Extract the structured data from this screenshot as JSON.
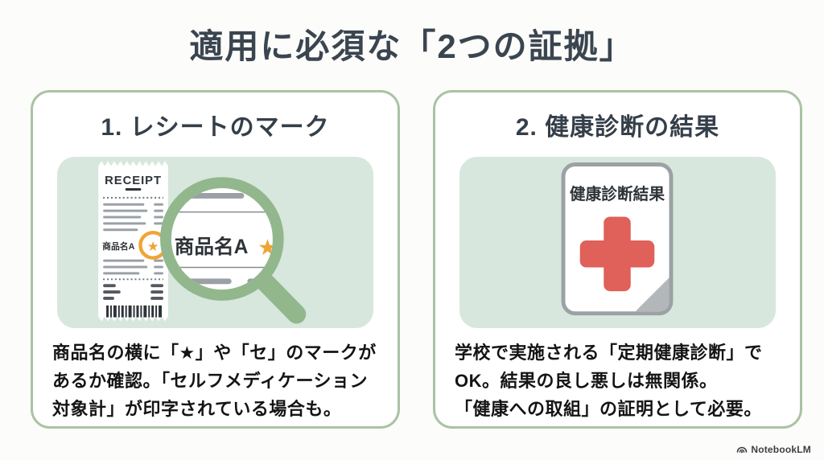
{
  "title": "適用に必須な「2つの証拠」",
  "cards": [
    {
      "heading": "1. レシートのマーク",
      "body_lines": [
        "商品名の横に「★」や「セ」のマークが",
        "あるか確認。「セルフメディケーション",
        "対象計」が印字されている場合も。"
      ],
      "illustration": {
        "receipt_header": "RECEIPT",
        "receipt_item": "商品名A",
        "receipt_star": "★",
        "magnified_item": "商品名A",
        "magnified_star": "★"
      }
    },
    {
      "heading": "2. 健康診断の結果",
      "body_lines": [
        "学校で実施される「定期健康診断」で",
        "OK。結果の良し悪しは無関係。",
        "「健康への取組」の証明として必要。"
      ],
      "illustration": {
        "doc_title": "健康診断結果"
      }
    }
  ],
  "brand": {
    "name": "NotebookLM"
  },
  "colors": {
    "accent_green_border": "#aac3a3",
    "mint_background": "#d7e7dd",
    "magnifier_green": "#92b78c",
    "star_orange": "#f0a437",
    "cross_red": "#e0605a",
    "title_text": "#3a4550",
    "body_text": "#141414"
  }
}
